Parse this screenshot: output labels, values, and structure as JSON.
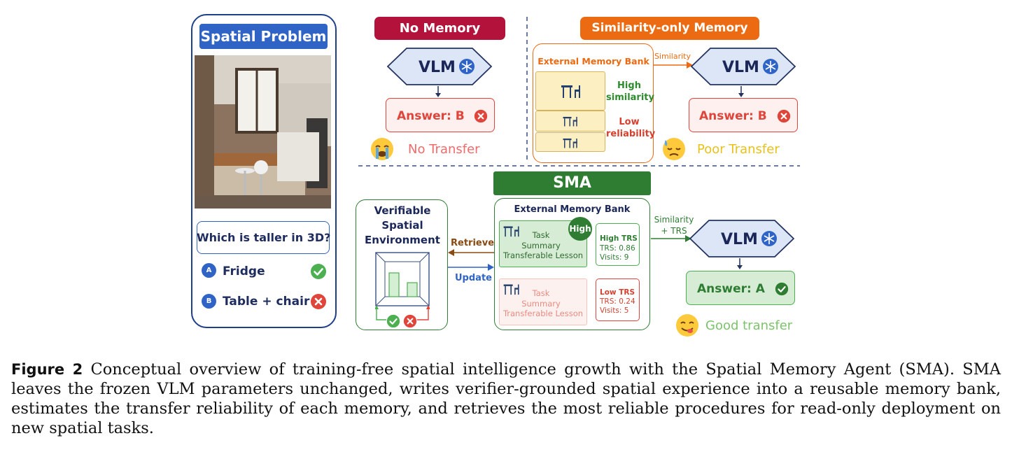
{
  "figure": {
    "spatial_problem": {
      "title": "Spatial Problem",
      "question": "Which is taller in 3D?",
      "options": [
        {
          "letter": "A",
          "text": "Fridge",
          "status": "correct"
        },
        {
          "letter": "B",
          "text": "Table + chair",
          "status": "wrong"
        }
      ]
    },
    "no_memory": {
      "title": "No Memory",
      "vlm": "VLM",
      "answer": "Answer: B",
      "outcome": "No Transfer"
    },
    "similarity_only": {
      "title": "Similarity-only Memory",
      "bank_title": "External Memory Bank",
      "arrow_label": "Similarity",
      "high_label_1": "High",
      "high_label_2": "similarity",
      "low_label_1": "Low",
      "low_label_2": "reliability",
      "vlm": "VLM",
      "answer": "Answer: B",
      "outcome": "Poor Transfer"
    },
    "sma": {
      "title": "SMA",
      "env_title_1": "Verifiable",
      "env_title_2": "Spatial",
      "env_title_3": "Environment",
      "retrieve": "Retrieve",
      "update": "Update",
      "bank_title": "External Memory Bank",
      "high_badge": "High",
      "card_task": "Task",
      "card_summary": "Summary",
      "card_lesson": "Transferable Lesson",
      "high_trs_title": "High TRS",
      "high_trs_value": "TRS: 0.86",
      "high_trs_visits": "Visits: 9",
      "low_trs_title": "Low TRS",
      "low_trs_value": "TRS: 0.24",
      "low_trs_visits": "Visits: 5",
      "arrow_label_1": "Similarity",
      "arrow_label_2": "+ TRS",
      "vlm": "VLM",
      "answer": "Answer: A",
      "outcome": "Good transfer"
    },
    "colors": {
      "blue": "#2f64c6",
      "red": "#b3123b",
      "orange": "#ec6a12",
      "green": "#2e7d32",
      "answer_red": "#e0453b",
      "yellow": "#e8c21a"
    }
  },
  "caption": {
    "label": "Figure 2",
    "text": "Conceptual overview of training-free spatial intelligence growth with the Spatial Memory Agent (SMA). SMA leaves the frozen VLM parameters unchanged, writes verifier-grounded spatial experience into a reusable memory bank, estimates the transfer reliability of each memory, and retrieves the most reliable procedures for read-only deployment on new spatial tasks."
  }
}
